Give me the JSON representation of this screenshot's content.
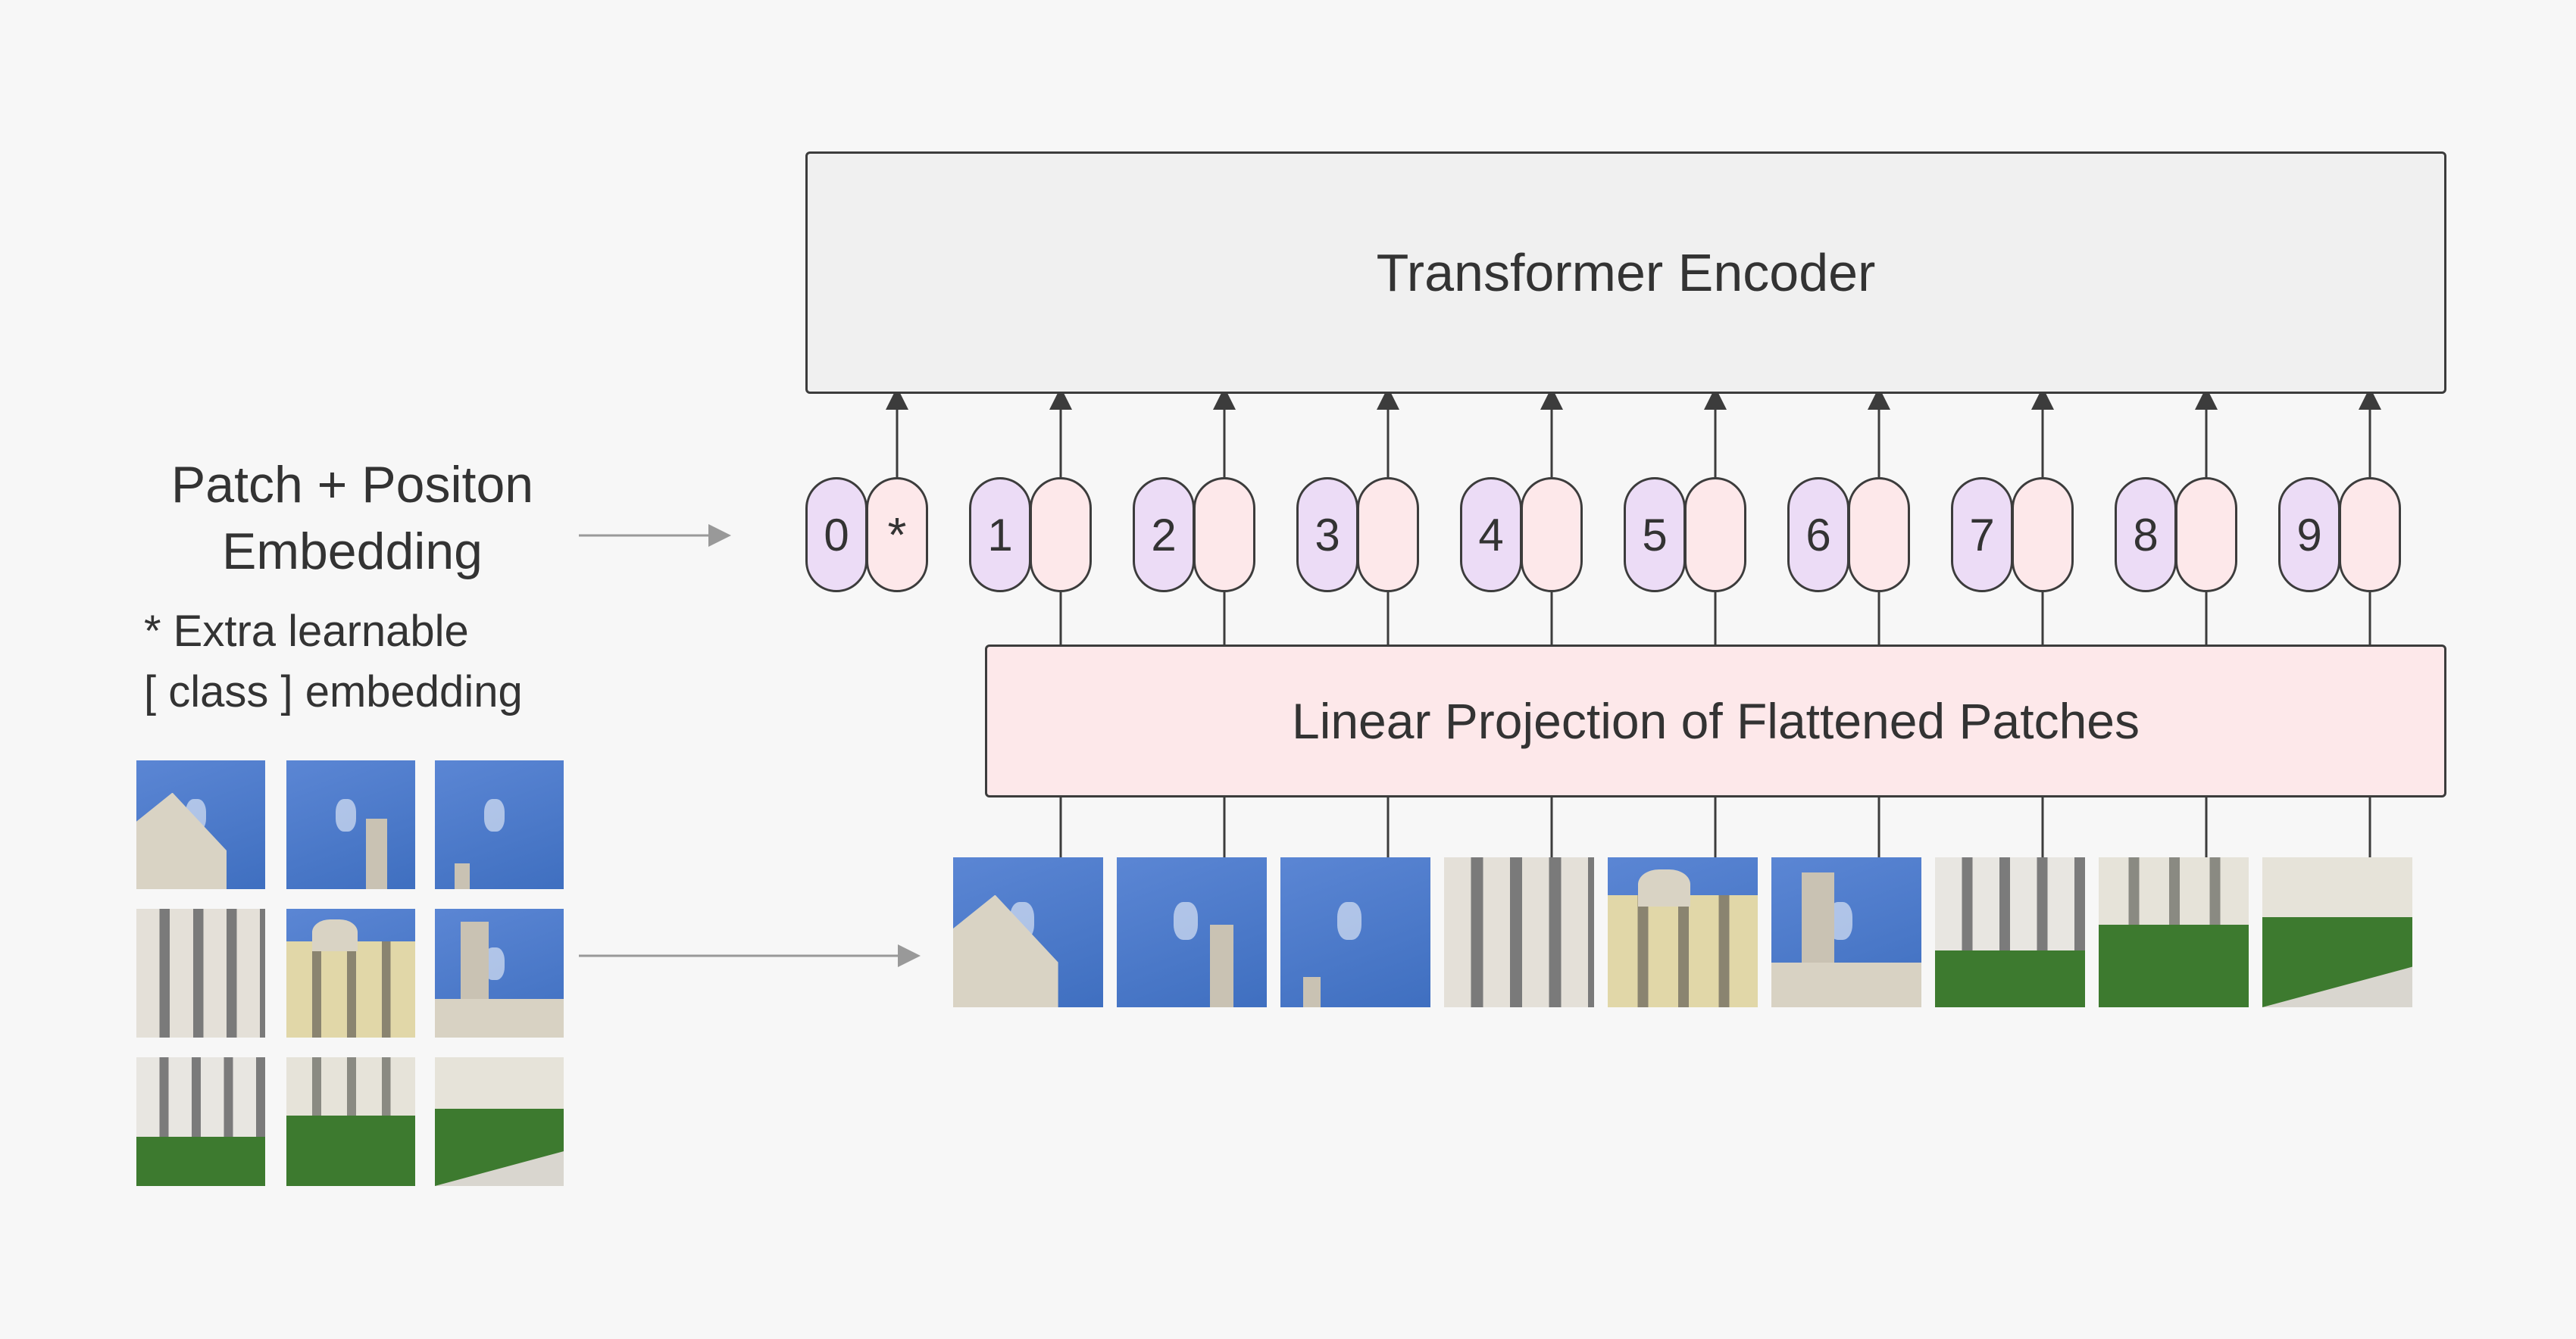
{
  "encoder": {
    "label": "Transformer Encoder"
  },
  "projection": {
    "label": "Linear Projection of Flattened Patches"
  },
  "embedding_title": {
    "line1": "Patch + Positon",
    "line2": "Embedding"
  },
  "note": {
    "line1": "* Extra learnable",
    "line2": "[ class ] embedding"
  },
  "class_token": {
    "position": "0",
    "marker": "*"
  },
  "tokens": [
    "1",
    "2",
    "3",
    "4",
    "5",
    "6",
    "7",
    "8",
    "9"
  ],
  "colors": {
    "position_fill": "#ecdcf6",
    "embedding_fill": "#fde8ea",
    "encoder_fill": "#f0f0f0",
    "sky": "#3f6fc0",
    "building": "#d9d3c4",
    "grass": "#3d7a2f"
  },
  "patches": [
    {
      "scene": "building-left-sky"
    },
    {
      "scene": "sky-tower"
    },
    {
      "scene": "sky"
    },
    {
      "scene": "facade"
    },
    {
      "scene": "facade-yellow"
    },
    {
      "scene": "tower-facade"
    },
    {
      "scene": "facade-garden"
    },
    {
      "scene": "garden"
    },
    {
      "scene": "garden-path"
    }
  ]
}
